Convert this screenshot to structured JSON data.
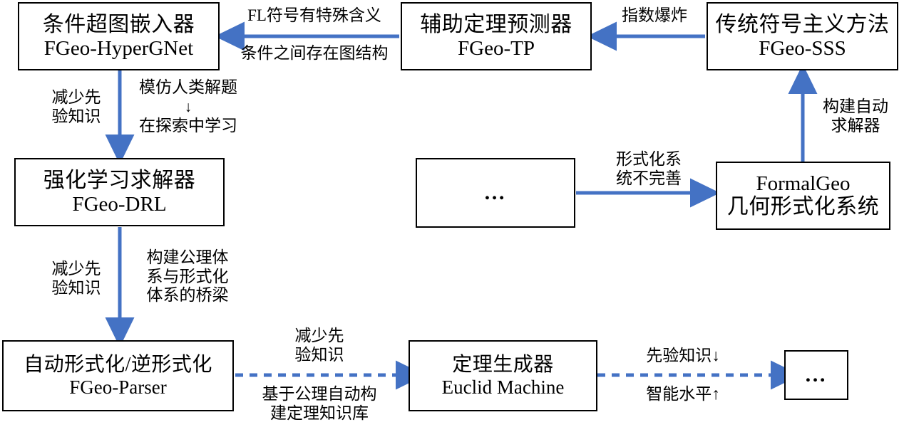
{
  "diagram": {
    "title": "FormalGeo ecosystem roadmap",
    "accent_color": "#4472c4",
    "box_border_color": "#000000",
    "background_color": "#ffffff",
    "nodes": [
      {
        "id": "hypergnet",
        "cn": "条件超图嵌入器",
        "en": "FGeo-HyperGNet"
      },
      {
        "id": "tp",
        "cn": "辅助定理预测器",
        "en": "FGeo-TP"
      },
      {
        "id": "sss",
        "cn": "传统符号主义方法",
        "en": "FGeo-SSS"
      },
      {
        "id": "drl",
        "cn": "强化学习求解器",
        "en": "FGeo-DRL"
      },
      {
        "id": "more-mid",
        "cn": "…",
        "en": ""
      },
      {
        "id": "formalgeo",
        "cn": "几何形式化系统",
        "en": "FormalGeo"
      },
      {
        "id": "parser",
        "cn": "自动形式化/逆形式化",
        "en": "FGeo-Parser"
      },
      {
        "id": "euclid",
        "cn": "定理生成器",
        "en": "Euclid Machine"
      },
      {
        "id": "more-end",
        "cn": "…",
        "en": ""
      }
    ],
    "edge_labels": {
      "sss_to_tp": "指数爆炸",
      "tp_to_hypergnet_above": "FL符号有特殊含义",
      "tp_to_hypergnet_below": "条件之间存在图结构",
      "hypergnet_to_drl_left_l1": "减少先",
      "hypergnet_to_drl_left_l2": "验知识",
      "hypergnet_to_drl_right_l1": "模仿人类解题",
      "hypergnet_to_drl_right_arrow": "↓",
      "hypergnet_to_drl_right_l2": "在探索中学习",
      "more_to_formalgeo_l1": "形式化系",
      "more_to_formalgeo_l2": "统不完善",
      "formalgeo_to_sss_l1": "构建自动",
      "formalgeo_to_sss_l2": "求解器",
      "drl_to_parser_left_l1": "减少先",
      "drl_to_parser_left_l2": "验知识",
      "drl_to_parser_right_l1": "构建公理体",
      "drl_to_parser_right_l2": "系与形式化",
      "drl_to_parser_right_l3": "体系的桥梁",
      "parser_to_euclid_above_l1": "减少先",
      "parser_to_euclid_above_l2": "验知识",
      "parser_to_euclid_below_l1": "基于公理自动构",
      "parser_to_euclid_below_l2": "建定理知识库",
      "euclid_to_more_above": "先验知识↓",
      "euclid_to_more_below": "智能水平↑"
    }
  }
}
